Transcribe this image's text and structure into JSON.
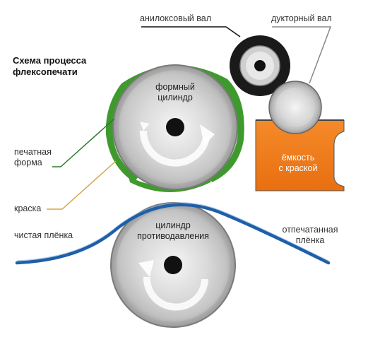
{
  "title_line1": "Схема процесса",
  "title_line2": "флексопечати",
  "labels": {
    "anilox": "анилоксовый вал",
    "ductor": "дукторный вал",
    "printing_form_line1": "печатная",
    "printing_form_line2": "форма",
    "ink": "краска",
    "clean_film": "чистая плёнка",
    "printed_film_line1": "отпечатанная",
    "printed_film_line2": "плёнка"
  },
  "plate_cylinder": {
    "line1": "формный",
    "line2": "цилиндр"
  },
  "impression_cylinder": {
    "line1": "цилиндр",
    "line2": "противодавления"
  },
  "ink_tank": {
    "line1": "ёмкость",
    "line2": "с краской"
  },
  "colors": {
    "plate_green": "#3f9a2e",
    "ink_orange": "#f07d1e",
    "film_blue": "#1f5fa8",
    "anilox_black": "#1a1a1a"
  }
}
